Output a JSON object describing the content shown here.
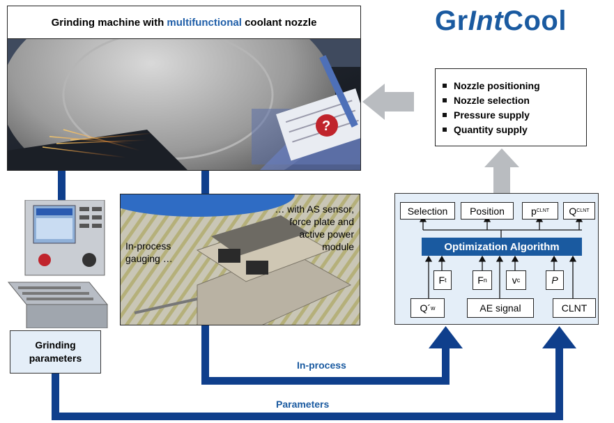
{
  "title": {
    "part1": "Grinding machine with ",
    "highlight": "multifunctional",
    "part2": " coolant nozzle"
  },
  "brand": {
    "a": "Gr",
    "b": "Int",
    "c": "Cool"
  },
  "nozzle_list": [
    "Nozzle positioning",
    "Nozzle selection",
    "Pressure supply",
    "Quantity supply"
  ],
  "sensor_photo": {
    "caption_right": [
      "… with AS sensor,",
      "force plate and",
      "active power",
      "module"
    ],
    "caption_left": [
      "In-process",
      "gauging …"
    ]
  },
  "algorithm": {
    "title": "Optimization Algorithm",
    "outputs": [
      {
        "main": "Selection",
        "sub": ""
      },
      {
        "main": "Position",
        "sub": ""
      },
      {
        "main": "p",
        "sub": "CLNT"
      },
      {
        "main": "Q",
        "sub": "CLNT"
      }
    ],
    "inputs_top": [
      {
        "main": "F",
        "sub": "t"
      },
      {
        "main": "F",
        "sub": "n"
      },
      {
        "main": "v",
        "sub": "c"
      },
      {
        "main": "P",
        "sub": ""
      }
    ],
    "inputs_bottom": [
      {
        "main": "Q´",
        "sub": "w"
      },
      {
        "main": "AE signal",
        "sub": ""
      },
      {
        "main": "CLNT",
        "sub": ""
      }
    ]
  },
  "params_box": [
    "Grinding",
    "parameters"
  ],
  "flows": {
    "in_process": "In-process",
    "parameters": "Parameters"
  },
  "colors": {
    "blue": "#1a5aa0",
    "dark_blue": "#0f3f8c",
    "panel": "#e4eef8",
    "grey_arrow": "#b9bcc0"
  }
}
